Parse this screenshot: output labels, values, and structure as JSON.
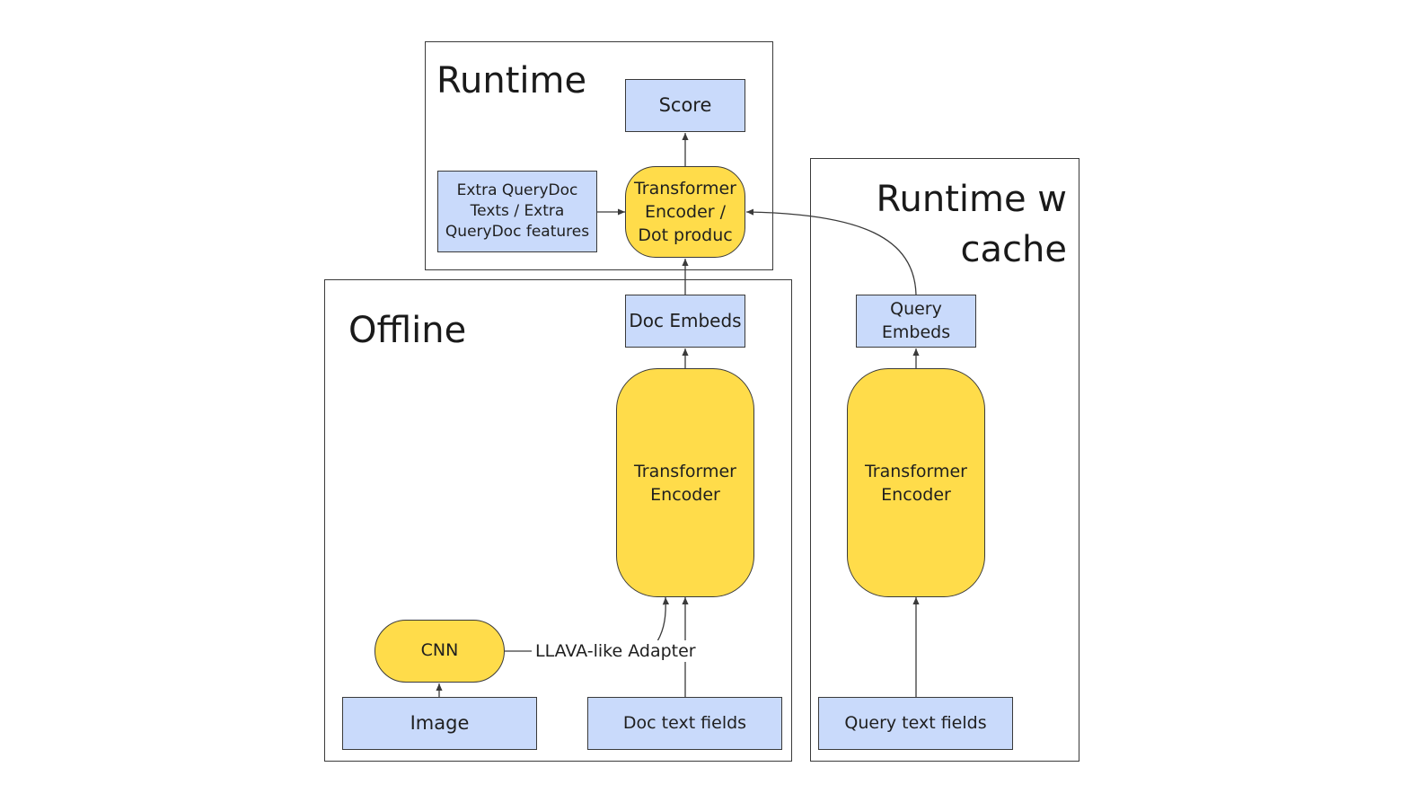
{
  "frames": {
    "runtime": "Runtime",
    "offline": "Offline",
    "runtime_cache": "Runtime w cache"
  },
  "nodes": {
    "score": "Score",
    "extra_features": "Extra QueryDoc Texts / Extra QueryDoc features",
    "ranker": "Transformer Encoder / Dot produc",
    "doc_embeds": "Doc Embeds",
    "doc_encoder": "Transformer Encoder",
    "cnn": "CNN",
    "image": "Image",
    "doc_text_fields": "Doc text fields",
    "query_embeds": "Query Embeds",
    "query_encoder": "Transformer Encoder",
    "query_text_fields": "Query text fields"
  },
  "edge_labels": {
    "adapter": "LLAVA-like Adapter"
  },
  "colors": {
    "rect_fill": "#c9dafb",
    "pill_fill": "#ffdc4a",
    "stroke": "#3a3a3a"
  }
}
